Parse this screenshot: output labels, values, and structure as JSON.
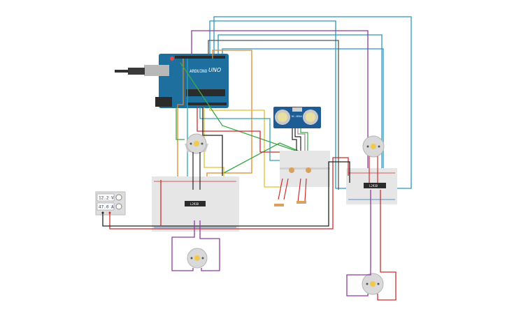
{
  "arduino": {
    "board_label": "UNO",
    "brand": "ARDUINO"
  },
  "ultrasonic": {
    "label": "HC-SR04"
  },
  "power_supply": {
    "voltage": "12.2 V",
    "current": "47.0 A"
  },
  "chips": {
    "left": "L293D",
    "right": "L293D"
  },
  "colors": {
    "arduino_board": "#1f6f9e",
    "sensor_board": "#1e5c95",
    "breadboard": "#e6e6e6",
    "motor_body": "#d9d9d9",
    "motor_core": "#f2c94c",
    "wire_red": "#d22b2b",
    "wire_black": "#222222",
    "wire_purple": "#8e3b9f",
    "wire_blue": "#2a98c7",
    "wire_cyan": "#32a3b8",
    "wire_orange": "#e0892a",
    "wire_yellow": "#e3c12f",
    "wire_green": "#3aa845"
  }
}
